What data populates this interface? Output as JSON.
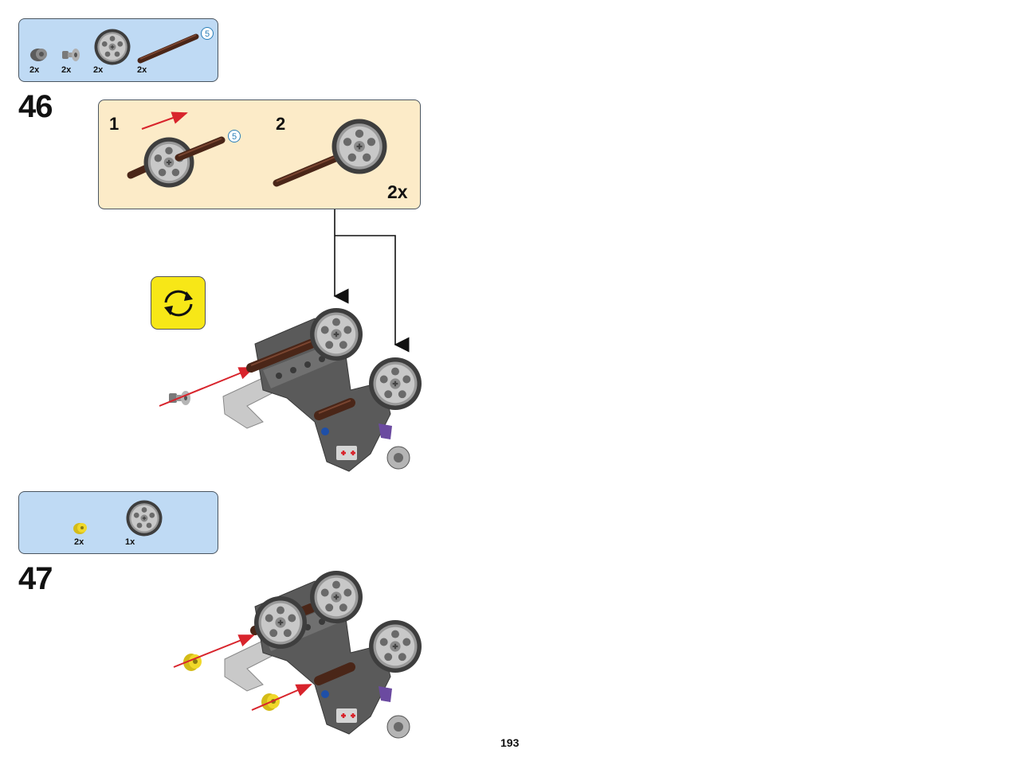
{
  "step46": {
    "number": "46",
    "parts": [
      {
        "qty": "2x",
        "icon": "bush-icon"
      },
      {
        "qty": "2x",
        "icon": "connector-icon"
      },
      {
        "qty": "2x",
        "icon": "wheel-hub-icon"
      },
      {
        "qty": "2x",
        "icon": "axle-icon"
      }
    ],
    "axle_length": "5",
    "sub": {
      "step1": "1",
      "step2": "2",
      "axle_length": "5",
      "multiplier": "2x"
    }
  },
  "step47": {
    "number": "47",
    "parts": [
      {
        "qty": "2x",
        "icon": "yellow-bush-icon"
      },
      {
        "qty": "1x",
        "icon": "wheel-hub-icon"
      }
    ]
  },
  "page_number": "193",
  "colors": {
    "parts_box": "#bfdaf4",
    "sub_box": "#fcebc8",
    "rotate_box": "#f7e717",
    "arrow_red": "#d8242c",
    "axle_brown": "#5a3020",
    "part_gray": "#8a8a8a",
    "dark_gray": "#545454",
    "yellow_part": "#f0d82a"
  }
}
